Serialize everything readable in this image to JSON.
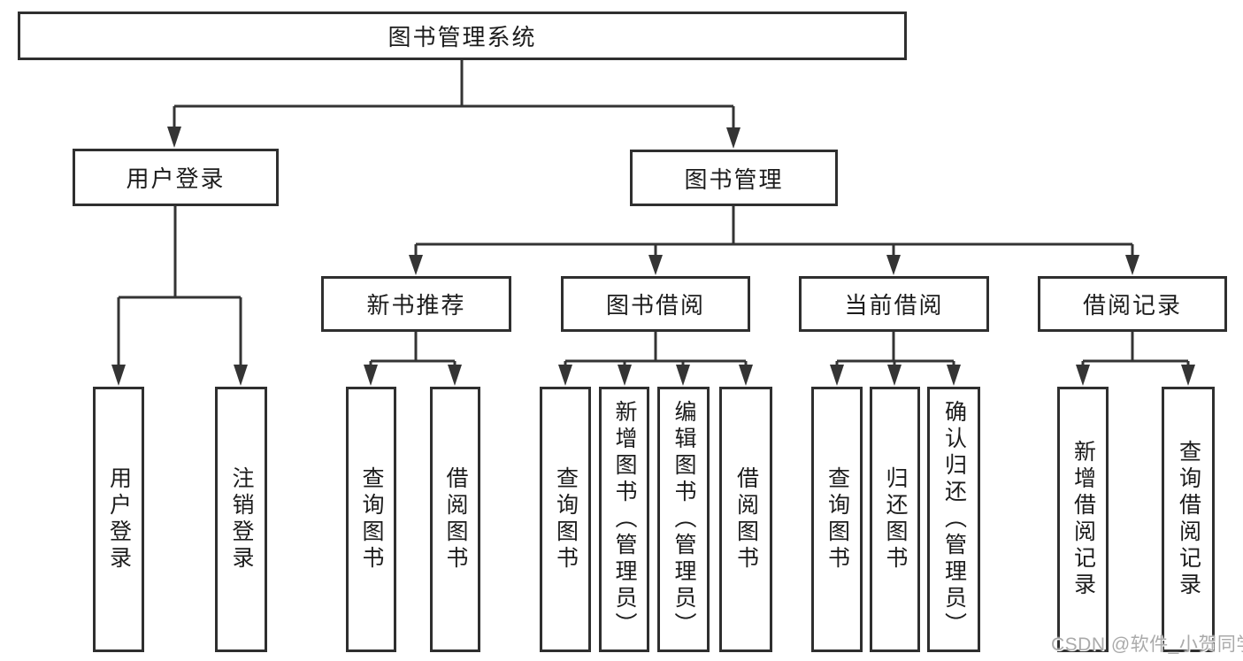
{
  "tree": {
    "root": {
      "label": "图书管理系统",
      "children": [
        {
          "label": "用户登录",
          "children": [
            {
              "label": "用户登录"
            },
            {
              "label": "注销登录"
            }
          ]
        },
        {
          "label": "图书管理",
          "children": [
            {
              "label": "新书推荐",
              "children": [
                {
                  "label": "查询图书"
                },
                {
                  "label": "借阅图书"
                }
              ]
            },
            {
              "label": "图书借阅",
              "children": [
                {
                  "label": "查询图书"
                },
                {
                  "label": "新增图书（管理员）"
                },
                {
                  "label": "编辑图书（管理员）"
                },
                {
                  "label": "借阅图书"
                }
              ]
            },
            {
              "label": "当前借阅",
              "children": [
                {
                  "label": "查询图书"
                },
                {
                  "label": "归还图书"
                },
                {
                  "label": "确认归还（管理员）"
                }
              ]
            },
            {
              "label": "借阅记录",
              "children": [
                {
                  "label": "新增借阅记录"
                },
                {
                  "label": "查询借阅记录"
                }
              ]
            }
          ]
        }
      ]
    }
  },
  "watermark": {
    "text": "CSDN @软件_小贺同学"
  },
  "colors": {
    "line": "#343434",
    "border": "#2f2f2f",
    "text": "#1c1c1c",
    "watermark": "#aaaaaa",
    "background": "#ffffff"
  }
}
